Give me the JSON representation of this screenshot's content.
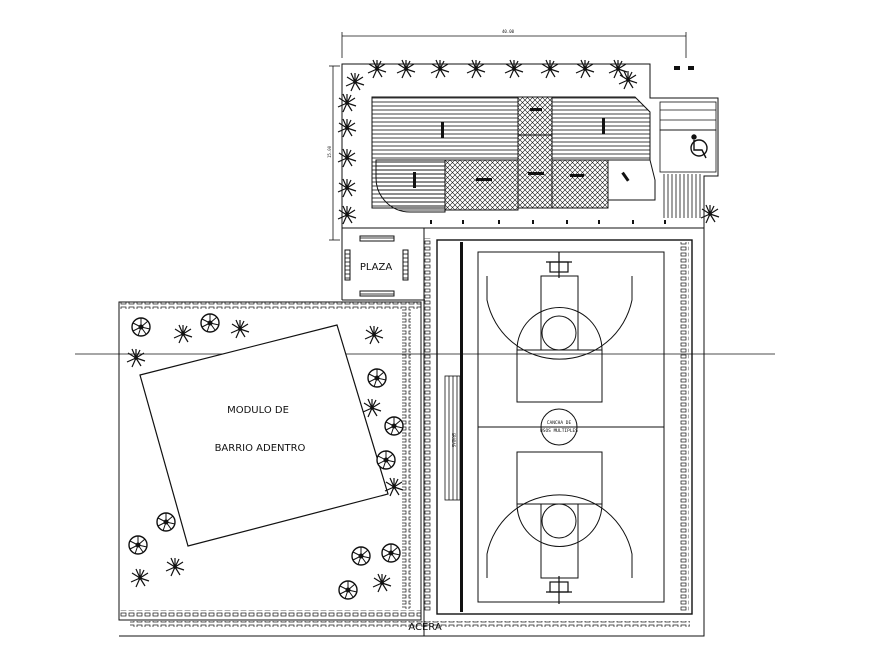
{
  "labels": {
    "plaza": "PLAZA",
    "module_line1": "MODULO DE",
    "module_line2": "BARRIO ADENTRO",
    "court_line1": "CANCHA DE",
    "court_line2": "USOS MULTIPLES",
    "sidewalk": "ACERA",
    "bleachers": "GRADAS",
    "top_dimension": "40.00",
    "side_dimension": "15.00"
  },
  "colors": {
    "line": "#111111",
    "background": "#ffffff"
  },
  "icons": {
    "tree": "tree-icon",
    "palm": "palm-icon",
    "accessibility": "wheelchair-icon",
    "basket": "basketball-hoop-icon"
  }
}
